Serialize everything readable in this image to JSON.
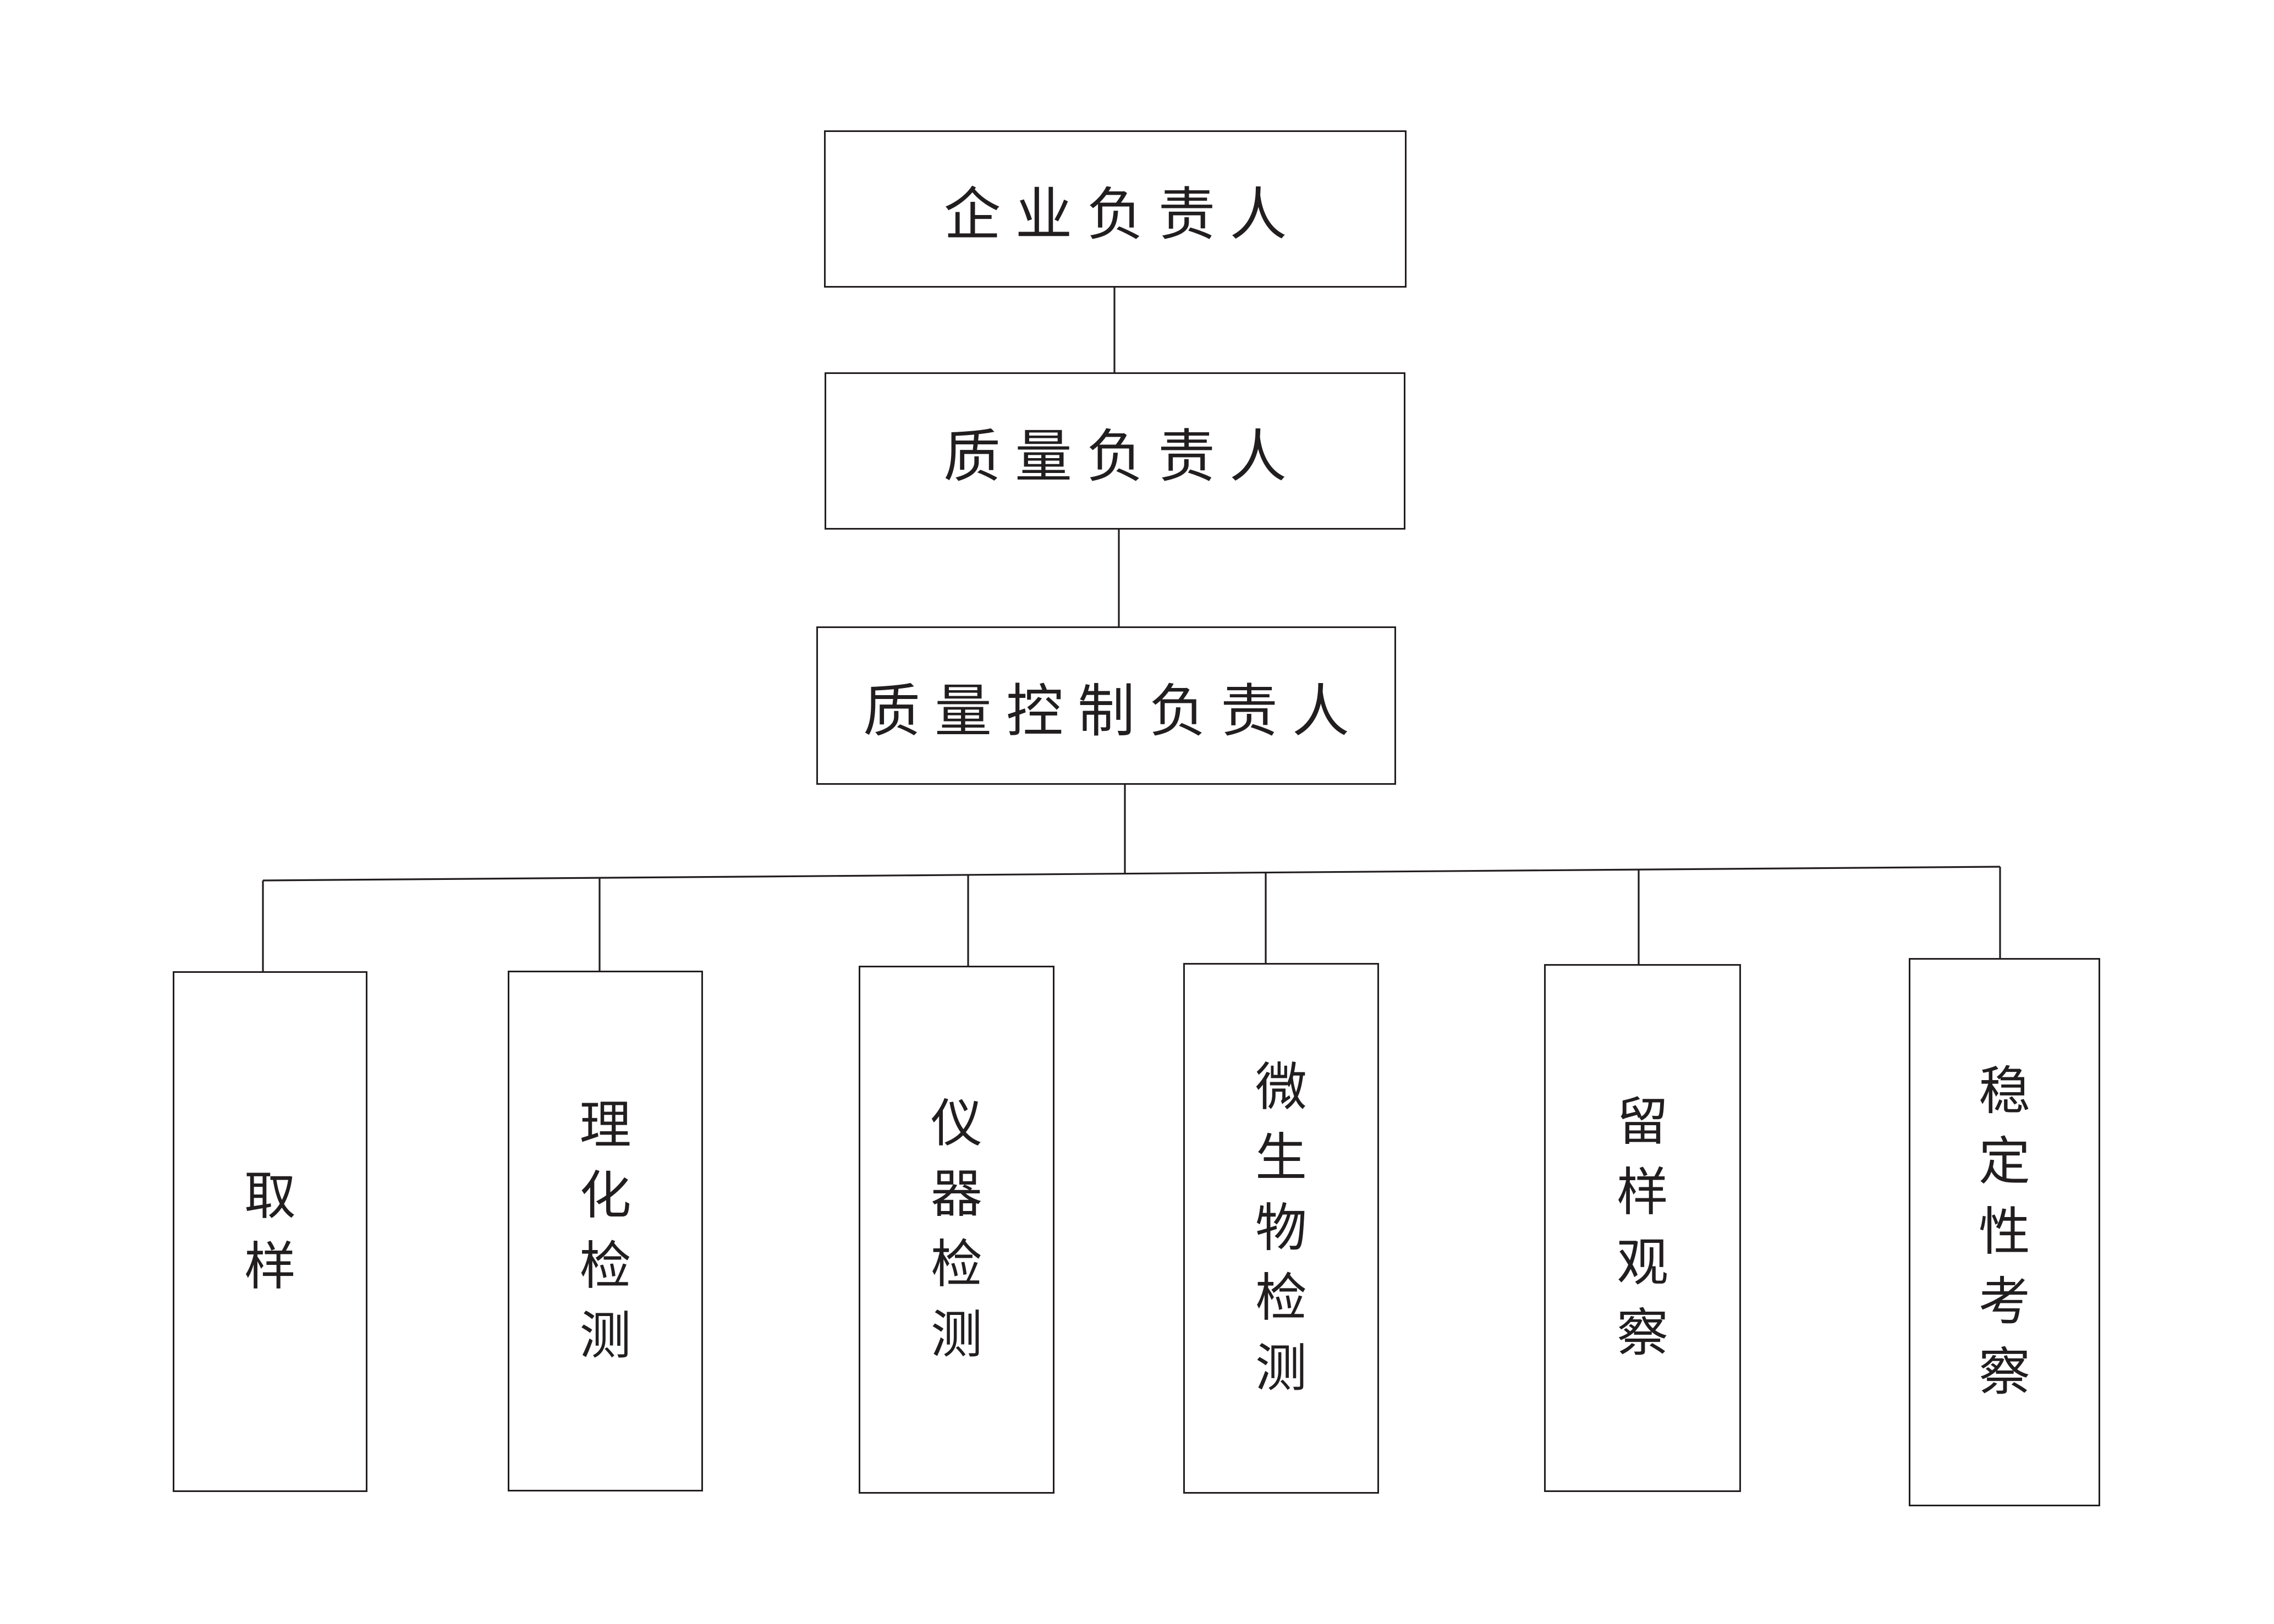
{
  "org_chart": {
    "level1": {
      "label": "企业负责人"
    },
    "level2": {
      "label": "质量负责人"
    },
    "level3": {
      "label": "质量控制负责人"
    },
    "departments": [
      {
        "id": "sampling",
        "label": "取样"
      },
      {
        "id": "physicochemical-testing",
        "label": "理化检测"
      },
      {
        "id": "instrument-testing",
        "label": "仪器检测"
      },
      {
        "id": "microbiological-testing",
        "label": "微生物检测"
      },
      {
        "id": "retained-sample-observation",
        "label": "留样观察"
      },
      {
        "id": "stability-study",
        "label": "稳定性考察"
      }
    ]
  },
  "colors": {
    "background": "#ffffff",
    "line": "#221e1f",
    "text": "#221e1f"
  }
}
